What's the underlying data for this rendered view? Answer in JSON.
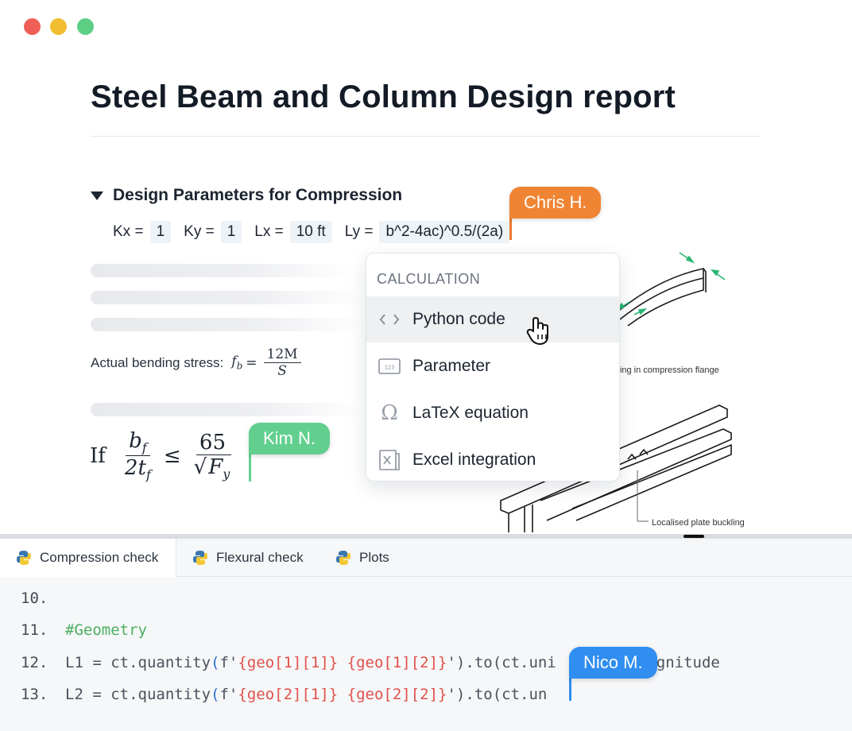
{
  "window": {
    "controls": [
      "close",
      "minimize",
      "maximize"
    ]
  },
  "document": {
    "title": "Steel Beam and Column Design report",
    "section_title": "Design Parameters for Compression",
    "params": [
      {
        "label": "Kx =",
        "value": "1"
      },
      {
        "label": "Ky =",
        "value": "1"
      },
      {
        "label": "Lx =",
        "value": "10 ft"
      },
      {
        "label": "Ly =",
        "value": "b^2-4ac)^0.5/(2a)"
      }
    ],
    "bending": {
      "label": "Actual bending stress:",
      "lhs": "f",
      "lhs_sub": "b",
      "eq": "=",
      "num": "12M",
      "den": "S"
    },
    "inequality": {
      "if": "If",
      "left_num": "b",
      "left_num_sub": "f",
      "left_den": "2t",
      "left_den_sub": "f",
      "op": "≤",
      "right_num": "65",
      "right_den": "F",
      "right_den_sub": "y"
    },
    "illustration": {
      "label_top": "kling in compression flange",
      "label_bottom": "Localised plate buckling"
    }
  },
  "collaborators": {
    "chris": "Chris H.",
    "kim": "Kim N.",
    "nico": "Nico M."
  },
  "menu": {
    "heading": "CALCULATION",
    "items": [
      {
        "label": "Python code",
        "icon": "code-brackets-icon"
      },
      {
        "label": "Parameter",
        "icon": "number-box-icon"
      },
      {
        "label": "LaTeX equation",
        "icon": "omega-icon"
      },
      {
        "label": "Excel integration",
        "icon": "excel-icon"
      }
    ]
  },
  "tabs": [
    {
      "label": "Compression check",
      "icon": "python-icon"
    },
    {
      "label": "Flexural check",
      "icon": "python-icon"
    },
    {
      "label": "Plots",
      "icon": "python-icon"
    }
  ],
  "code": {
    "lines": [
      {
        "n": "10.",
        "comment": "",
        "a": "",
        "b": "",
        "c": "",
        "d": "",
        "e": ""
      },
      {
        "n": "11.",
        "comment": "#Geometry"
      },
      {
        "n": "12.",
        "a": "L1 = ct.quantity",
        "b": "(",
        "c": "f'",
        "d": "{geo[1][1]} {geo[1][2]}",
        "e": "')",
        "f": ".to(",
        "g": "ct.uni",
        "h": "gnitude"
      },
      {
        "n": "13.",
        "a": "L2 = ct.quantity",
        "b": "(",
        "c": "f'",
        "d": "{geo[2][1]} {geo[2][2]}",
        "e": "')",
        "f": ".to(",
        "g": "ct.un"
      }
    ]
  },
  "colors": {
    "chris": "#ef8433",
    "kim": "#62cf8f",
    "nico": "#2f8ef0"
  }
}
